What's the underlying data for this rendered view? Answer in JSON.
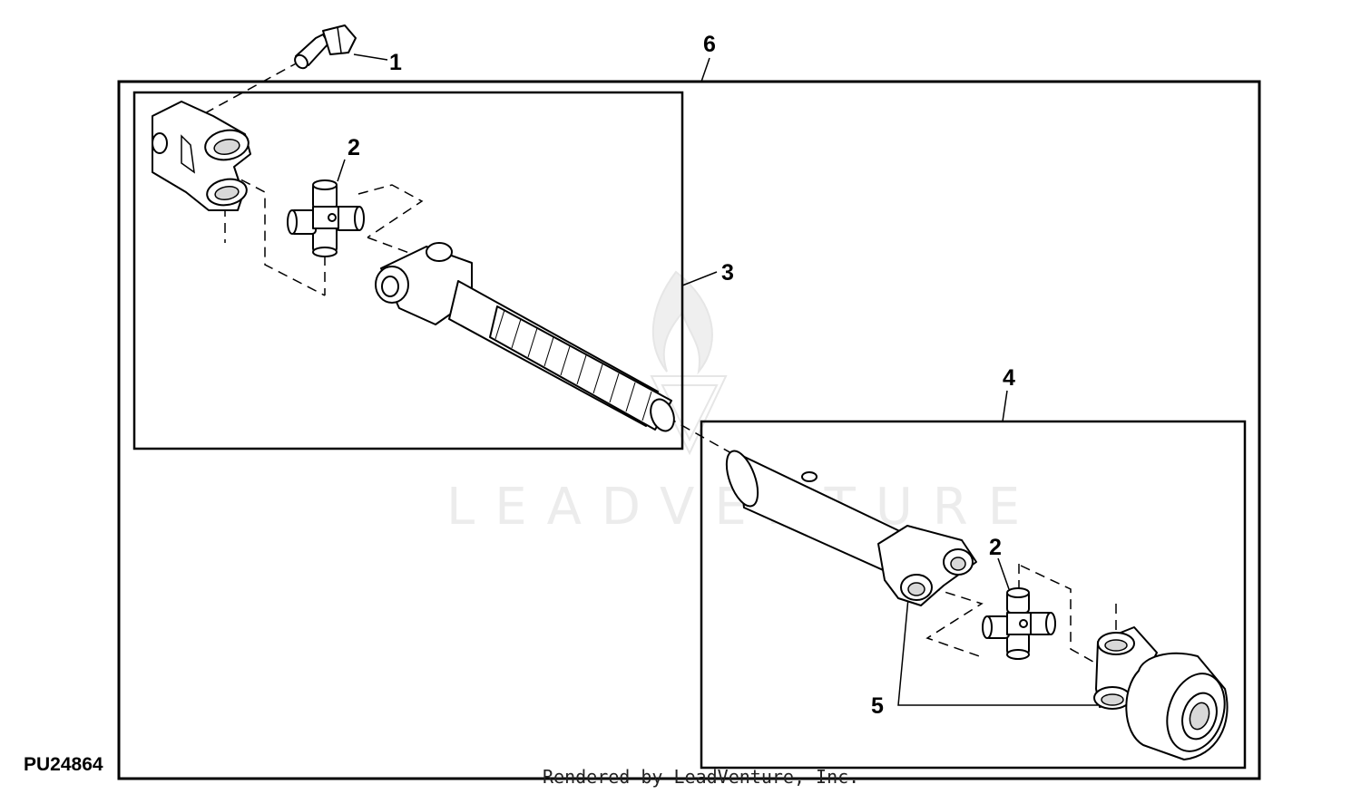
{
  "diagram": {
    "figure_code": "PU24864",
    "credit": "Rendered by LeadVenture, Inc.",
    "watermark": "LEADVENTURE",
    "callouts": {
      "c1": "1",
      "c2a": "2",
      "c2b": "2",
      "c3": "3",
      "c4": "4",
      "c5": "5",
      "c6": "6"
    }
  }
}
